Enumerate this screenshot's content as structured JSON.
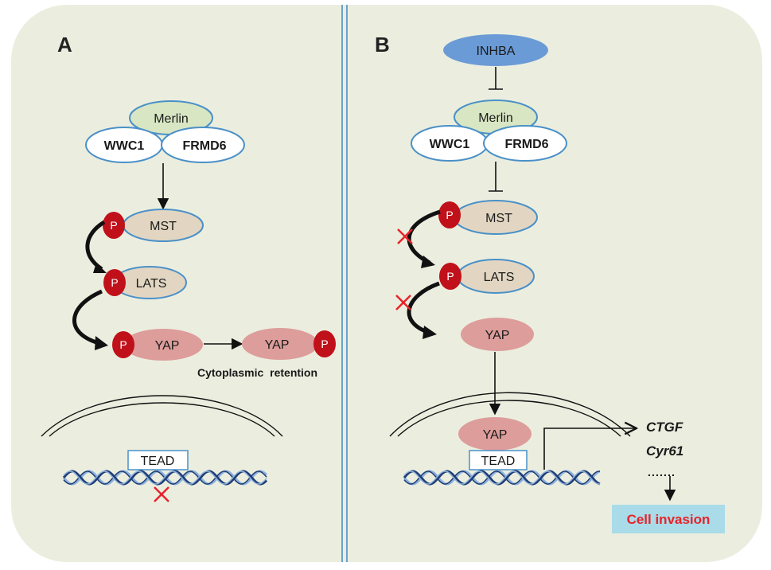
{
  "panel_a": {
    "label": "A",
    "merlin": "Merlin",
    "wwc1": "WWC1",
    "frmd6": "FRMD6",
    "mst": "MST",
    "lats": "LATS",
    "yap": "YAP",
    "yap_p": "YAP",
    "p_mst": "P",
    "p_lats": "P",
    "p_yap": "P",
    "p_yap_p": "P",
    "retention": "Cytoplasmic retention",
    "tead": "TEAD"
  },
  "panel_b": {
    "label": "B",
    "inhba": "INHBA",
    "merlin": "Merlin",
    "wwc1": "WWC1",
    "frmd6": "FRMD6",
    "mst": "MST",
    "lats": "LATS",
    "yap": "YAP",
    "yap_nucleus": "YAP",
    "p_mst": "P",
    "p_lats": "P",
    "tead": "TEAD",
    "gene1": "CTGF",
    "gene2": "Cyr61",
    "outcome": "Cell invasion"
  },
  "colors": {
    "background": "#ebeedf",
    "merlin_fill": "#d8e6c3",
    "node_stroke": "#4a90c8",
    "kinase_fill": "#e2d6c2",
    "yap_fill": "#dd9d9b",
    "phospho_fill": "#c0111b",
    "inhba_fill": "#6b9bd6",
    "invasion_box": "#a9dbe8",
    "inhibition_mark": "#e8232a",
    "dna_dark": "#1f3c73",
    "dna_light": "#8eb1dc"
  }
}
